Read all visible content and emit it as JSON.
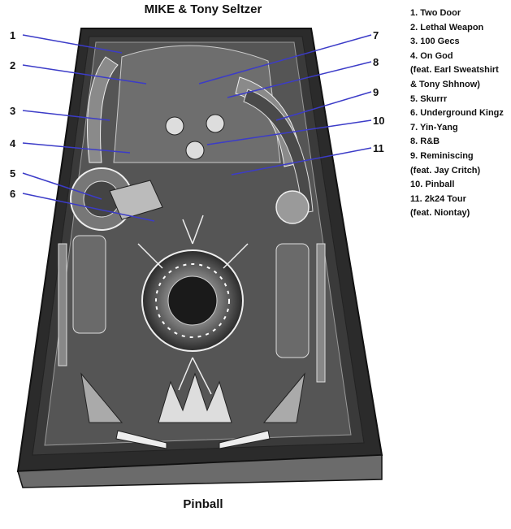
{
  "title": "MIKE & Tony Seltzer",
  "caption": "Pinball",
  "tracklist": [
    {
      "num": "1.",
      "name": "Two Door",
      "cont": ""
    },
    {
      "num": "2.",
      "name": "Lethal Weapon",
      "cont": ""
    },
    {
      "num": "3.",
      "name": "100 Gecs",
      "cont": ""
    },
    {
      "num": "4.",
      "name": "On God",
      "cont": ""
    },
    {
      "num": "",
      "name": "(feat. Earl Sweatshirt",
      "cont": ""
    },
    {
      "num": "",
      "name": "& Tony Shhnow)",
      "cont": ""
    },
    {
      "num": "5.",
      "name": "Skurrr",
      "cont": ""
    },
    {
      "num": "6.",
      "name": "Underground Kingz",
      "cont": ""
    },
    {
      "num": "7.",
      "name": "Yin-Yang",
      "cont": ""
    },
    {
      "num": "8.",
      "name": "R&B",
      "cont": ""
    },
    {
      "num": "9.",
      "name": "Reminiscing",
      "cont": ""
    },
    {
      "num": "",
      "name": "(feat. Jay Critch)",
      "cont": ""
    },
    {
      "num": "10.",
      "name": "Pinball",
      "cont": ""
    },
    {
      "num": "11.",
      "name": "2k24 Tour",
      "cont": ""
    },
    {
      "num": "",
      "name": "(feat. Niontay)",
      "cont": ""
    }
  ],
  "callouts": [
    "1",
    "2",
    "3",
    "4",
    "5",
    "6",
    "7",
    "8",
    "9",
    "10",
    "11"
  ],
  "colors": {
    "leader": "#3c3cc8",
    "ink": "#111111",
    "paper": "#ffffff"
  }
}
